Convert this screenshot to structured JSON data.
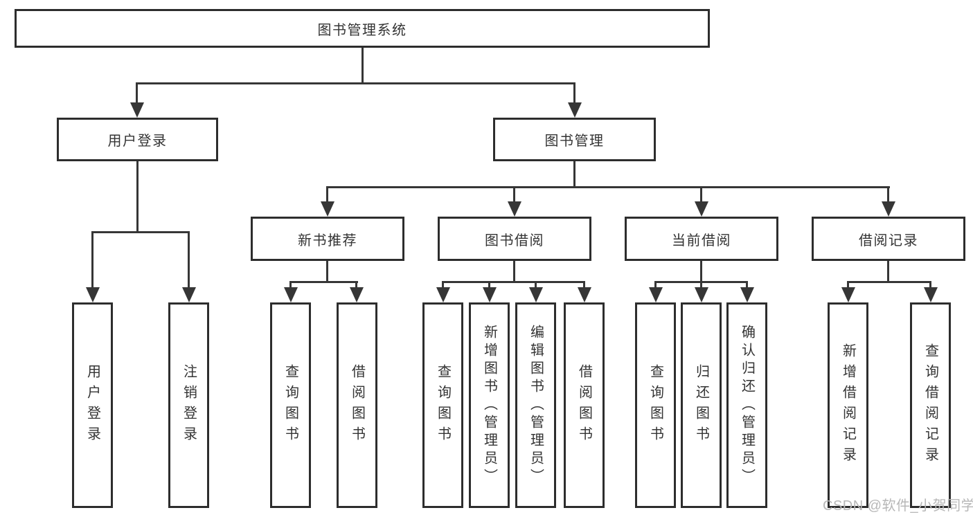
{
  "tree": {
    "root": "图书管理系统",
    "children": [
      {
        "label": "用户登录",
        "children": [
          "用户登录",
          "注销登录"
        ]
      },
      {
        "label": "图书管理",
        "children": [
          {
            "label": "新书推荐",
            "children": [
              "查询图书",
              "借阅图书"
            ]
          },
          {
            "label": "图书借阅",
            "children": [
              "查询图书",
              "新增图书（管理员）",
              "编辑图书（管理员）",
              "借阅图书"
            ]
          },
          {
            "label": "当前借阅",
            "children": [
              "查询图书",
              "归还图书",
              "确认归还（管理员）"
            ]
          },
          {
            "label": "借阅记录",
            "children": [
              "新增借阅记录",
              "查询借阅记录"
            ]
          }
        ]
      }
    ]
  },
  "watermark": {
    "text": "CSDN @软件_小贺同学"
  },
  "colors": {
    "border": "#2d2d2d",
    "line": "#363636",
    "text": "#333333",
    "background": "#ffffff",
    "watermark": "#b7b7b7"
  }
}
